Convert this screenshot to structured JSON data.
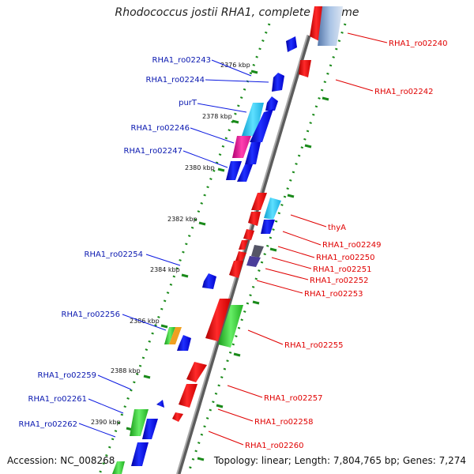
{
  "title": "Rhodococcus jostii RHA1, complete genome",
  "footer": {
    "accession": "Accession: NC_008268",
    "stats": "Topology: linear; Length: 7,804,765 bp; Genes: 7,274"
  },
  "ruler_labels": [
    "2376 kbp",
    "2378 kbp",
    "2380 kbp",
    "2382 kbp",
    "2384 kbp",
    "2386 kbp",
    "2388 kbp",
    "2390 kbp"
  ],
  "genes_minus_strand": [
    "RHA1_ro02243",
    "RHA1_ro02244",
    "purT",
    "RHA1_ro02246",
    "RHA1_ro02247",
    "RHA1_ro02254",
    "RHA1_ro02256",
    "RHA1_ro02259",
    "RHA1_ro02261",
    "RHA1_ro02262"
  ],
  "genes_plus_strand": [
    "RHA1_ro02240",
    "RHA1_ro02242",
    "thyA",
    "RHA1_ro02249",
    "RHA1_ro02250",
    "RHA1_ro02251",
    "RHA1_ro02252",
    "RHA1_ro02253",
    "RHA1_ro02255",
    "RHA1_ro02257",
    "RHA1_ro02258",
    "RHA1_ro02260"
  ],
  "colors": {
    "minus_strand": "#0a18e0",
    "plus_strand": "#e00000",
    "backbone": "#888888",
    "ruler_ticks": "#1a8a1a",
    "purT": "#22c8f0",
    "thyA": "#22c8f0",
    "RHA1_ro02246": "#e0108a",
    "RHA1_ro02255": "#33cc33",
    "RHA1_ro02256": "#33cc33",
    "RHA1_ro02261": "#33cc33",
    "RHA1_ro02250": "#555566",
    "RHA1_ro02251": "#4a3d9a"
  }
}
